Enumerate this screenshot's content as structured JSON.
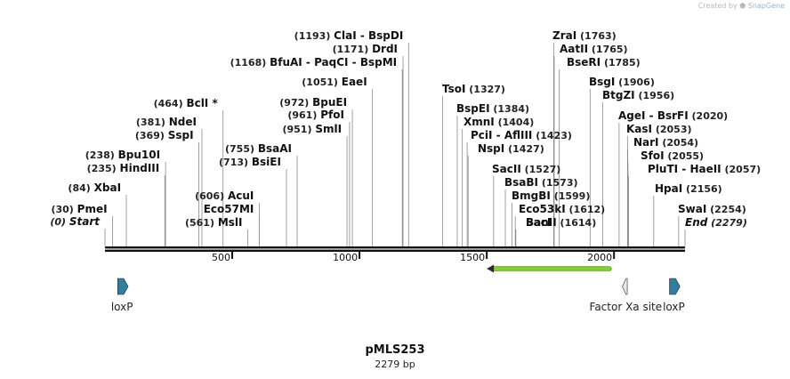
{
  "credit": {
    "prefix": "Created by",
    "brand": "SnapGene"
  },
  "title": "pMLS253",
  "subtitle": "2279 bp",
  "colors": {
    "backbone": "#111111",
    "feature_arrow": "#2f7fa0",
    "orf_arrow": "#7fd12b"
  },
  "map": {
    "length": 2279,
    "ticks": [
      {
        "label": "500",
        "value": 500
      },
      {
        "label": "1000",
        "value": 1000
      },
      {
        "label": "1500",
        "value": 1500
      },
      {
        "label": "2000",
        "value": 2000
      }
    ],
    "enzymes": [
      {
        "name": "Start",
        "pos_label": "(0)",
        "value": 0,
        "italic": true
      },
      {
        "name": "PmeI",
        "pos_label": "(30)",
        "value": 30
      },
      {
        "name": "XbaI",
        "pos_label": "(84)",
        "value": 84
      },
      {
        "name": "HindIII",
        "pos_label": "(235)",
        "value": 235
      },
      {
        "name": "Bpu10I",
        "pos_label": "(238)",
        "value": 238
      },
      {
        "name": "SspI",
        "pos_label": "(369)",
        "value": 369
      },
      {
        "name": "NdeI",
        "pos_label": "(381)",
        "value": 381
      },
      {
        "name": "BclI *",
        "pos_label": "(464)",
        "value": 464
      },
      {
        "name": "MslI",
        "pos_label": "(561)",
        "value": 561
      },
      {
        "name": "Eco57MI",
        "pos_label": "",
        "value": 606
      },
      {
        "name": "AcuI",
        "pos_label": "(606)",
        "value": 606
      },
      {
        "name": "BsiEI",
        "pos_label": "(713)",
        "value": 713
      },
      {
        "name": "BsaAI",
        "pos_label": "(755)",
        "value": 755
      },
      {
        "name": "SmlI",
        "pos_label": "(951)",
        "value": 951
      },
      {
        "name": "PfoI",
        "pos_label": "(961)",
        "value": 961
      },
      {
        "name": "BpuEI",
        "pos_label": "(972)",
        "value": 972
      },
      {
        "name": "EaeI",
        "pos_label": "(1051)",
        "value": 1051
      },
      {
        "name": "BfuAI - PaqCI - BspMI",
        "pos_label": "(1168)",
        "value": 1168
      },
      {
        "name": "DrdI",
        "pos_label": "(1171)",
        "value": 1171
      },
      {
        "name": "ClaI - BspDI",
        "pos_label": "(1193)",
        "value": 1193
      },
      {
        "name": "TsoI",
        "pos_label": "(1327)",
        "value": 1327
      },
      {
        "name": "BspEI",
        "pos_label": "(1384)",
        "value": 1384
      },
      {
        "name": "XmnI",
        "pos_label": "(1404)",
        "value": 1404
      },
      {
        "name": "PciI - AflIII",
        "pos_label": "(1423)",
        "value": 1423
      },
      {
        "name": "NspI",
        "pos_label": "(1427)",
        "value": 1427
      },
      {
        "name": "SacII",
        "pos_label": "(1527)",
        "value": 1527
      },
      {
        "name": "BsaBI",
        "pos_label": "(1573)",
        "value": 1573
      },
      {
        "name": "BmgBI",
        "pos_label": "(1599)",
        "value": 1599
      },
      {
        "name": "Eco53kI",
        "pos_label": "(1612)",
        "value": 1612
      },
      {
        "name": "SacI",
        "pos_label": "",
        "value": 1614
      },
      {
        "name": "BanII",
        "pos_label": "(1614)",
        "value": 1614
      },
      {
        "name": "ZraI",
        "pos_label": "(1763)",
        "value": 1763
      },
      {
        "name": "AatII",
        "pos_label": "(1765)",
        "value": 1765
      },
      {
        "name": "BseRI",
        "pos_label": "(1785)",
        "value": 1785
      },
      {
        "name": "BsgI",
        "pos_label": "(1906)",
        "value": 1906
      },
      {
        "name": "BtgZI",
        "pos_label": "(1956)",
        "value": 1956
      },
      {
        "name": "AgeI - BsrFI",
        "pos_label": "(2020)",
        "value": 2020
      },
      {
        "name": "KasI",
        "pos_label": "(2053)",
        "value": 2053
      },
      {
        "name": "NarI",
        "pos_label": "(2054)",
        "value": 2054
      },
      {
        "name": "SfoI",
        "pos_label": "(2055)",
        "value": 2055
      },
      {
        "name": "PluTI - HaeII",
        "pos_label": "(2057)",
        "value": 2057
      },
      {
        "name": "HpaI",
        "pos_label": "(2156)",
        "value": 2156
      },
      {
        "name": "SwaI",
        "pos_label": "(2254)",
        "value": 2254
      },
      {
        "name": "End",
        "pos_label": "(2279)",
        "value": 2279,
        "italic": true
      }
    ],
    "features": [
      {
        "name": "loxP",
        "start": 50,
        "end": 84,
        "direction": "forward",
        "label": "loxP"
      },
      {
        "name": "Factor Xa site",
        "start": 2040,
        "end": 2052,
        "direction": "reverse",
        "label": "Factor Xa site"
      },
      {
        "name": "loxP",
        "start": 2218,
        "end": 2252,
        "direction": "forward",
        "label": "loxP"
      }
    ],
    "orfs": [
      {
        "start": 1500,
        "end": 1990,
        "direction": "reverse"
      }
    ]
  }
}
